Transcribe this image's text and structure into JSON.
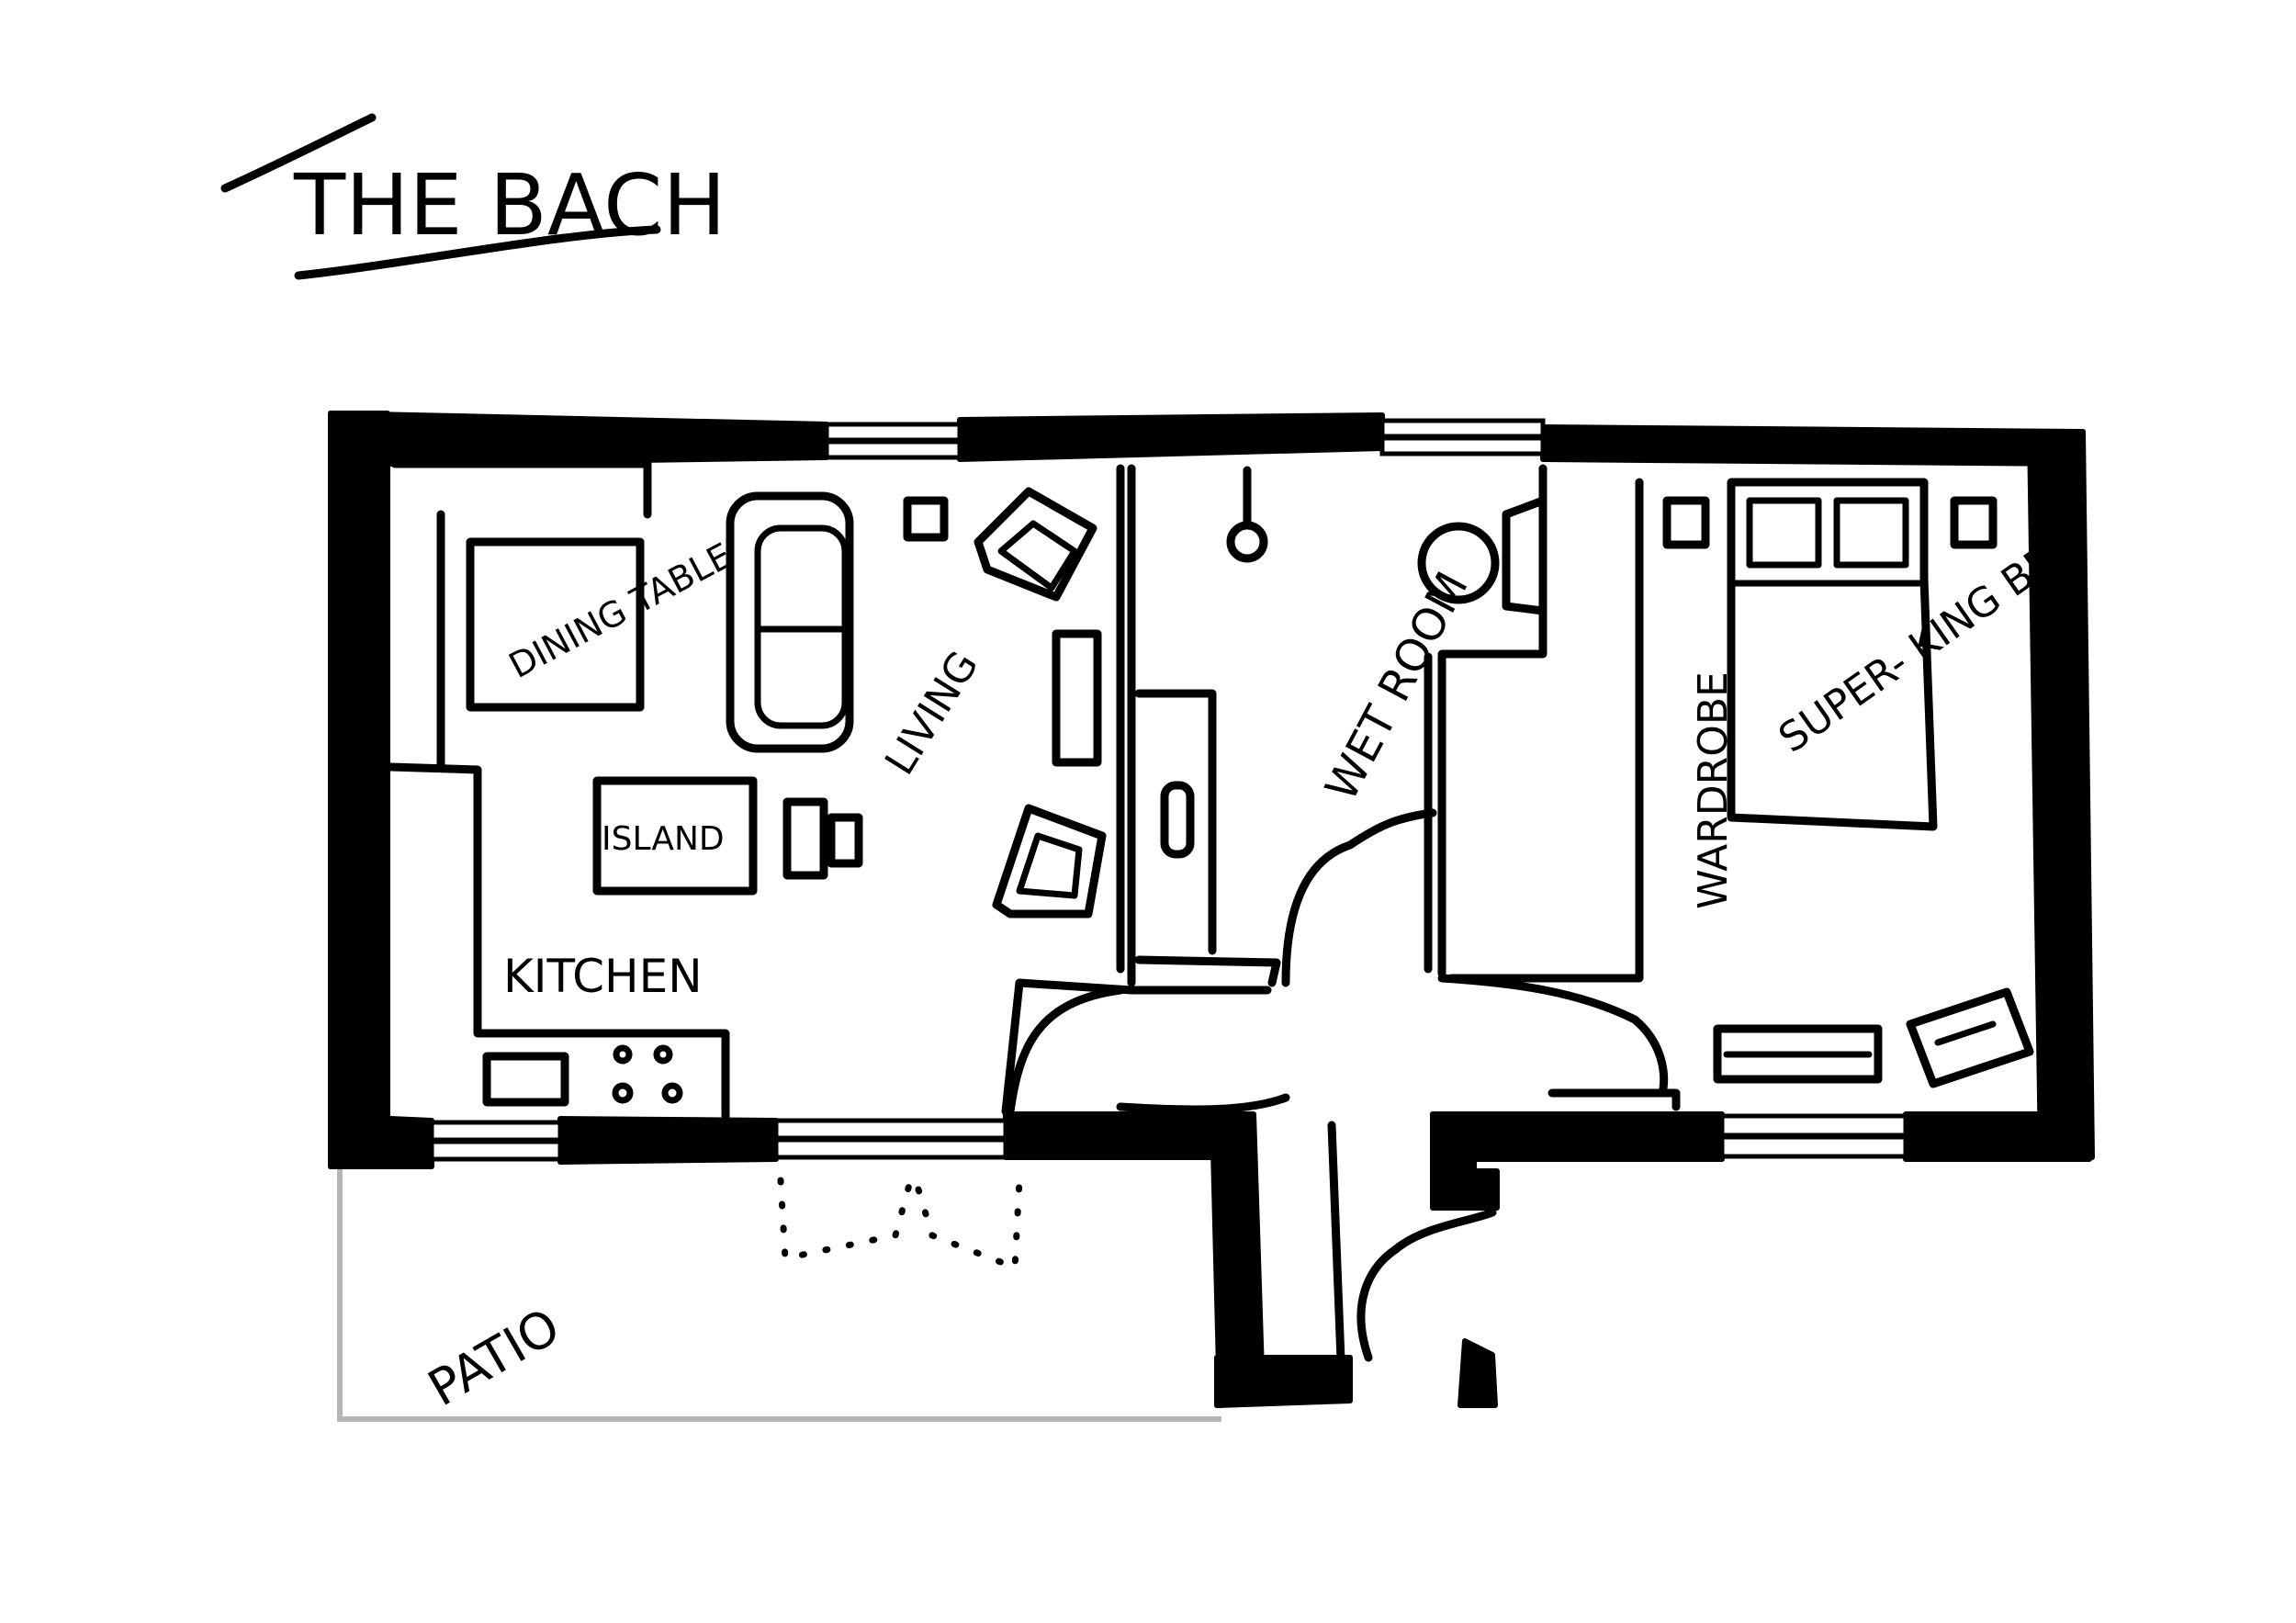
{
  "title": "THE BACH",
  "rooms": {
    "dining": "DINING TABLE",
    "living": "LIVING",
    "island": "ISLAND",
    "kitchen": "KITCHEN",
    "wet_room": "WET ROOM",
    "wardrobe": "WARDROBE",
    "bed": "SUPER- KING BED",
    "patio": "PATIO"
  }
}
